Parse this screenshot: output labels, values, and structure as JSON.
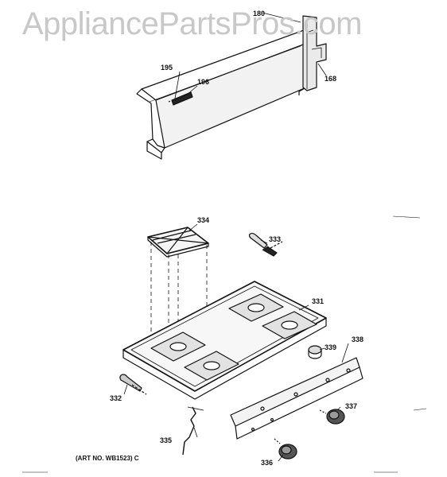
{
  "watermark": "AppliancePartsPros.com",
  "callouts": {
    "p180": "180",
    "p168": "168",
    "p195": "195",
    "p196": "196",
    "p334": "334",
    "p333": "333",
    "p331": "331",
    "p339": "339",
    "p338": "338",
    "p332": "332",
    "p337": "337",
    "p335": "335",
    "p336": "336"
  },
  "art_number": "(ART NO. WB1523) C",
  "colors": {
    "ink": "#111111",
    "watermark": "#c8c8c8",
    "background": "#ffffff"
  }
}
